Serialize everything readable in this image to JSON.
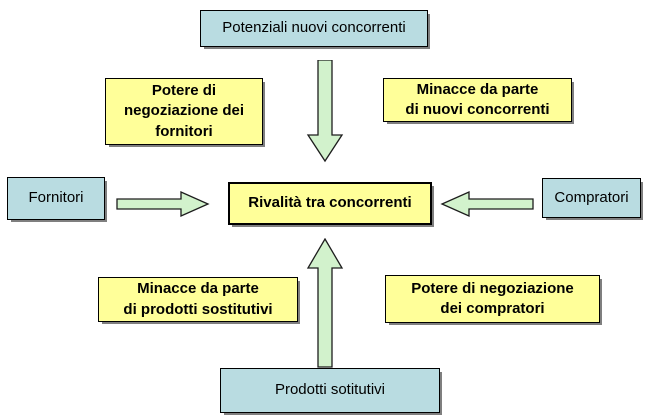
{
  "colors": {
    "box_blue": "#b9dce1",
    "box_yellow": "#ffff99",
    "arrow_fill": "#d2f2cc",
    "border": "#000000",
    "shadow": "#7f7f7f",
    "background": "#ffffff"
  },
  "boxes": {
    "potenziali": {
      "label": "Potenziali nuovi concorrenti"
    },
    "potere_fornitori": {
      "label": "Potere di\nnegoziazione dei\nfornitori"
    },
    "minacce_concorrenti": {
      "label": "Minacce da parte\ndi nuovi concorrenti"
    },
    "fornitori": {
      "label": "Fornitori"
    },
    "rivalita": {
      "label": "Rivalità tra concorrenti"
    },
    "compratori": {
      "label": "Compratori"
    },
    "minacce_sostitutivi": {
      "label": "Minacce da parte\ndi prodotti sostitutivi"
    },
    "potere_compratori": {
      "label": "Potere di negoziazione\ndei compratori"
    },
    "prodotti": {
      "label": "Prodotti sotitutivi"
    }
  },
  "arrows": {
    "top_to_center": {
      "direction": "down",
      "from": "Potenziali nuovi concorrenti",
      "to": "Rivalità tra concorrenti"
    },
    "bottom_to_center": {
      "direction": "up",
      "from": "Prodotti sotitutivi",
      "to": "Rivalità tra concorrenti"
    },
    "left_to_center": {
      "direction": "right",
      "from": "Fornitori",
      "to": "Rivalità tra concorrenti"
    },
    "right_to_center": {
      "direction": "left",
      "from": "Compratori",
      "to": "Rivalità tra concorrenti"
    }
  }
}
